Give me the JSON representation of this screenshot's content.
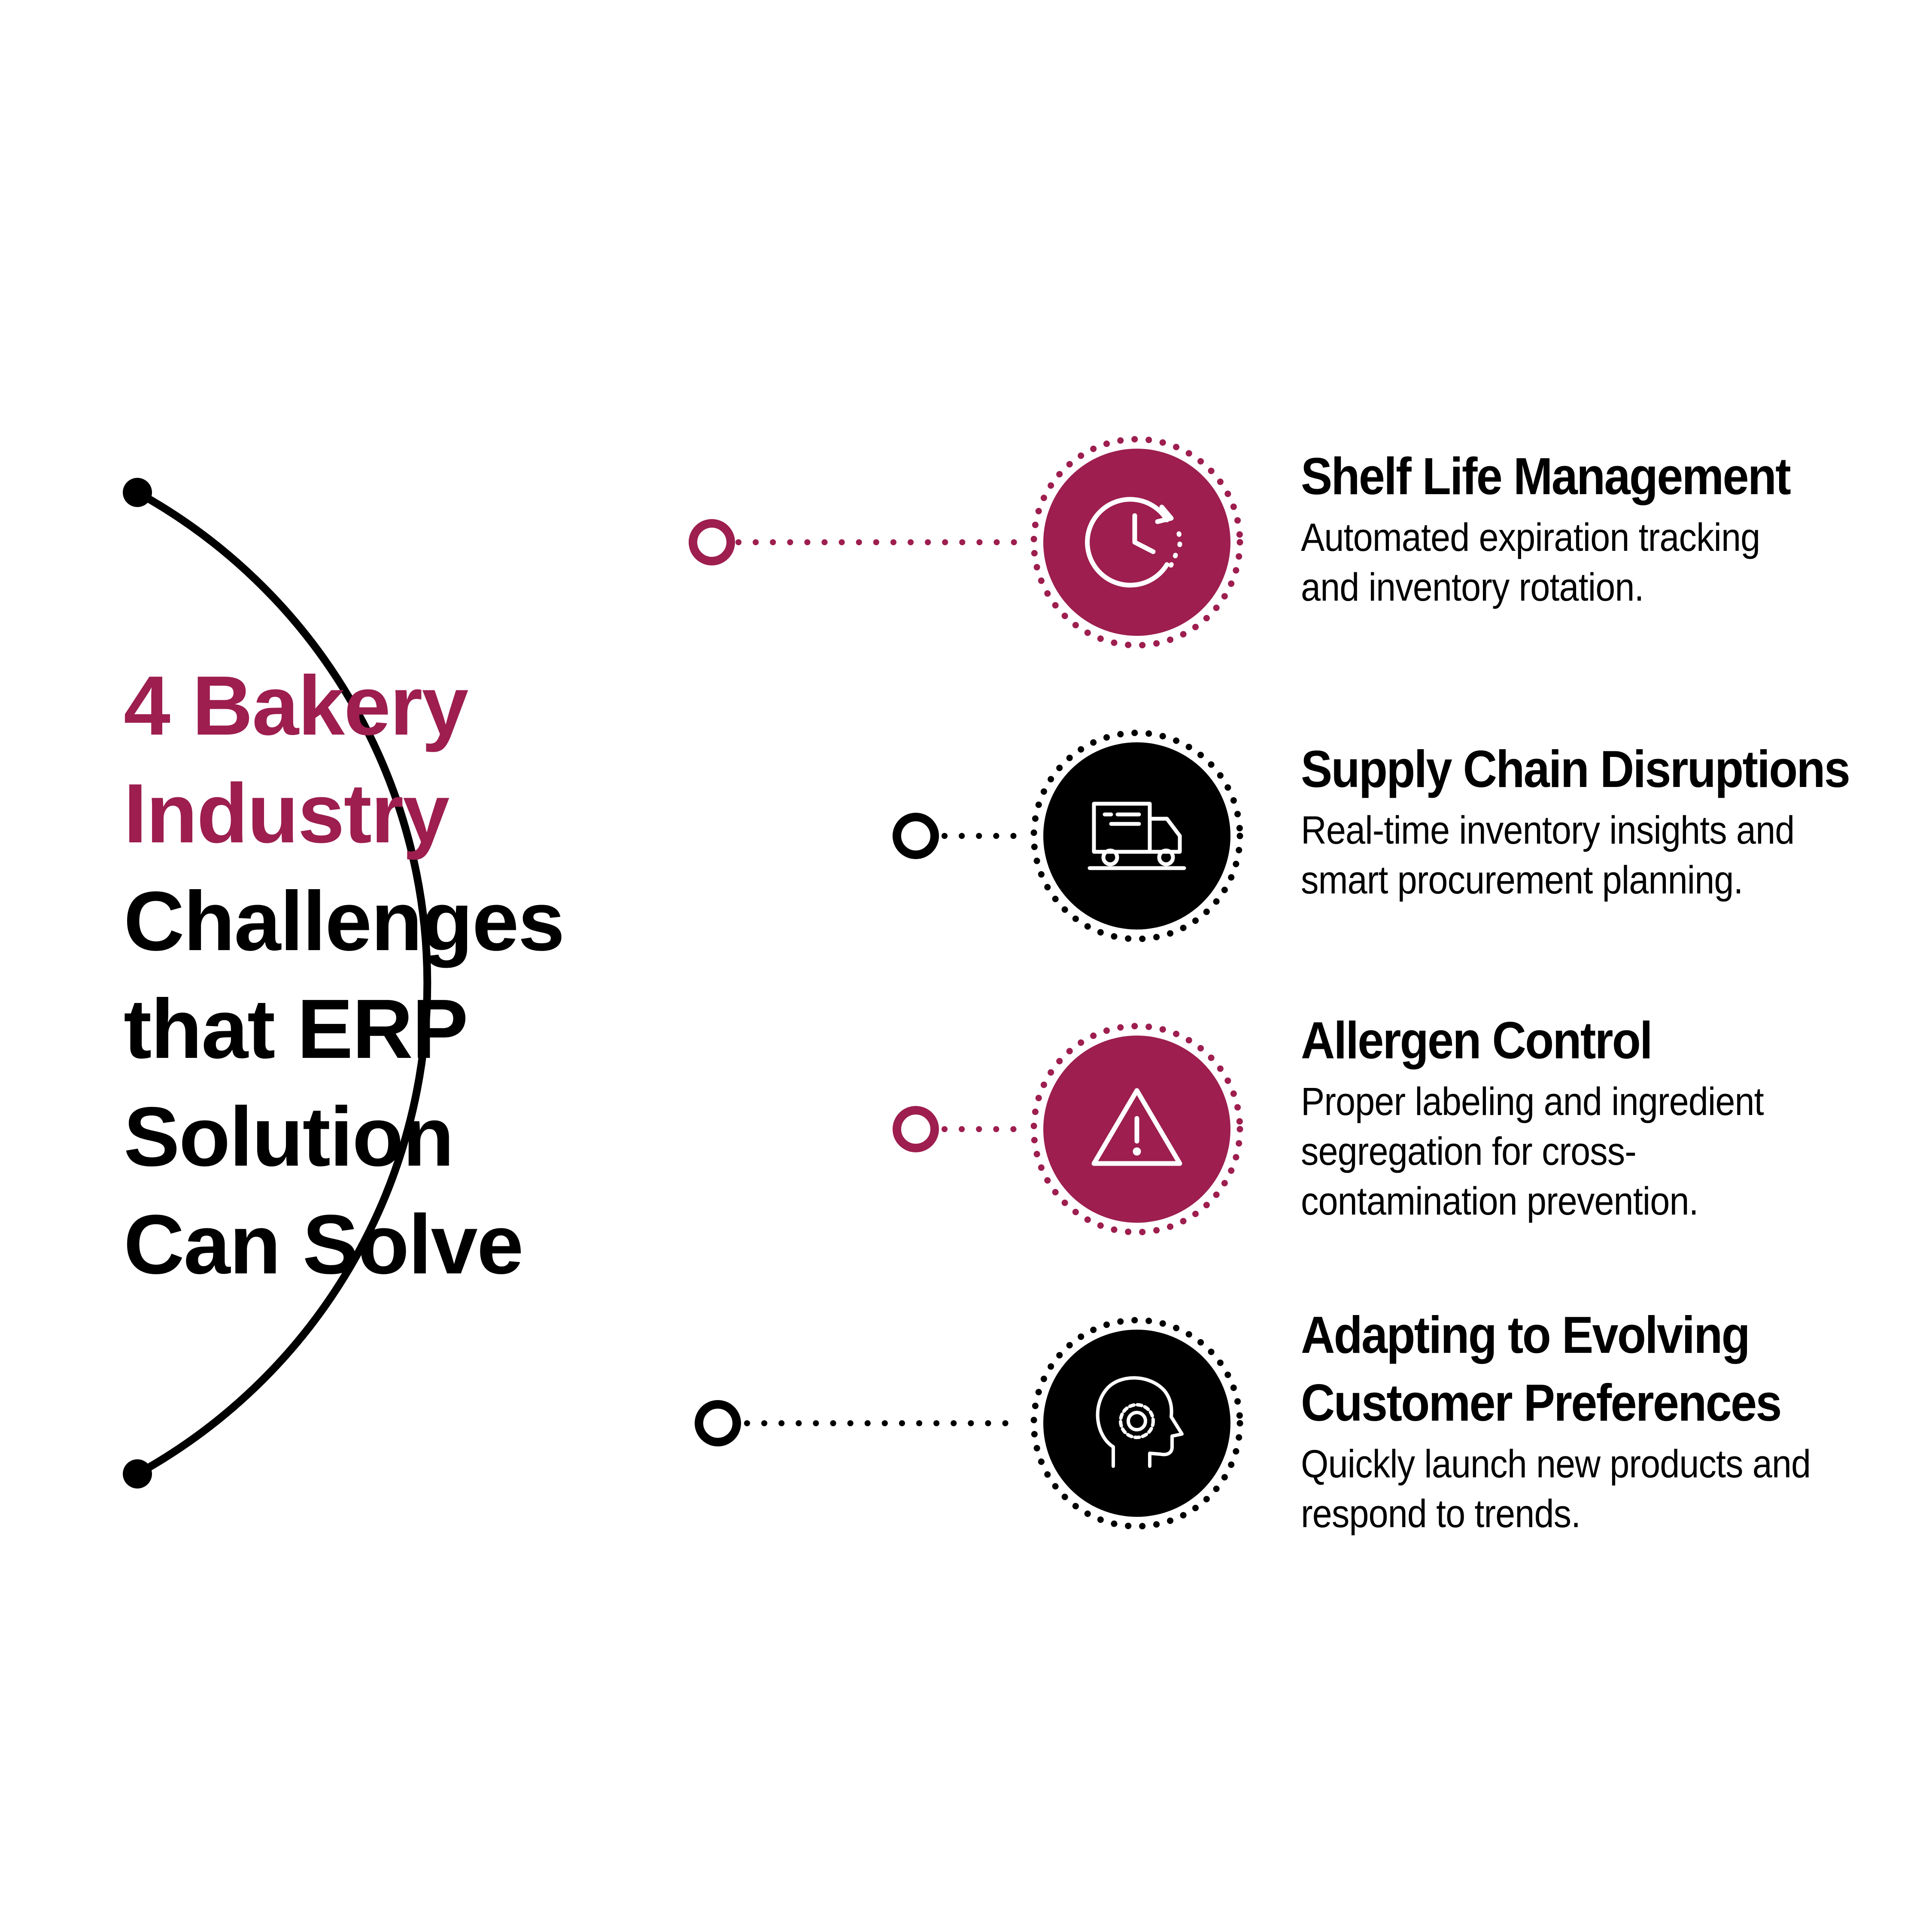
{
  "colors": {
    "accent": "#9d1e4f",
    "dark": "#000000",
    "background": "#ffffff",
    "icon_stroke": "#ffffff"
  },
  "title": {
    "accent_lines": [
      "4 Bakery",
      "Industry"
    ],
    "dark_lines": [
      "Challenges",
      "that ERP",
      "Solution",
      "Can Solve"
    ]
  },
  "challenges": [
    {
      "title": "Shelf Life Management",
      "desc_lines": [
        "Automated expiration tracking",
        "and inventory rotation."
      ],
      "icon": "clock-refresh-icon",
      "color": "accent"
    },
    {
      "title": "Supply Chain Disruptions",
      "desc_lines": [
        "Real-time inventory insights and",
        "smart procurement planning."
      ],
      "icon": "delivery-truck-icon",
      "color": "dark"
    },
    {
      "title": "Allergen Control",
      "desc_lines": [
        "Proper labeling and ingredient",
        "segregation for  cross-",
        "contamination prevention."
      ],
      "icon": "warning-triangle-icon",
      "color": "accent"
    },
    {
      "title_lines": [
        "Adapting to Evolving",
        "Customer Preferences"
      ],
      "desc_lines": [
        "Quickly launch new products and",
        "respond to trends."
      ],
      "icon": "head-gear-icon",
      "color": "dark"
    }
  ]
}
